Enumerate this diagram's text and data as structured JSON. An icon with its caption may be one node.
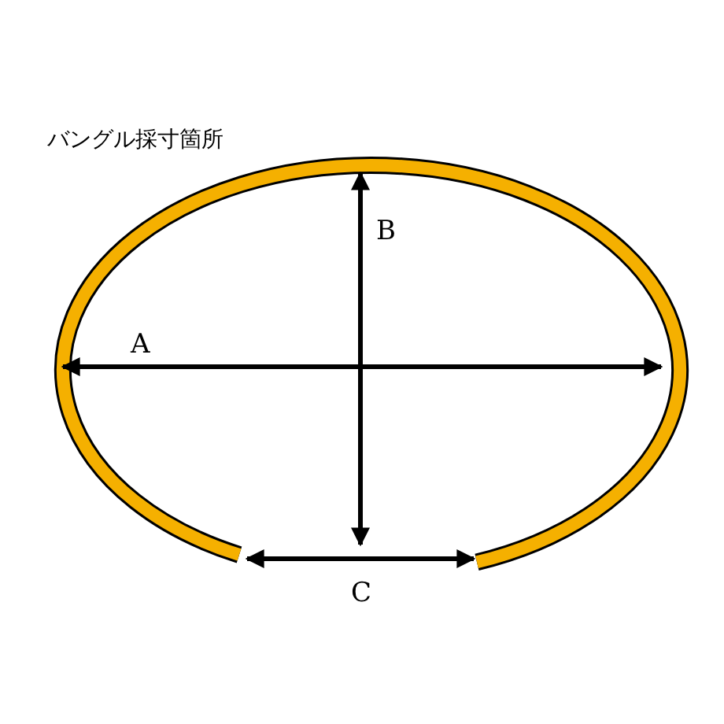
{
  "diagram": {
    "title": "バングル採寸箇所",
    "labels": [
      "B",
      "A",
      "C"
    ]
  }
}
